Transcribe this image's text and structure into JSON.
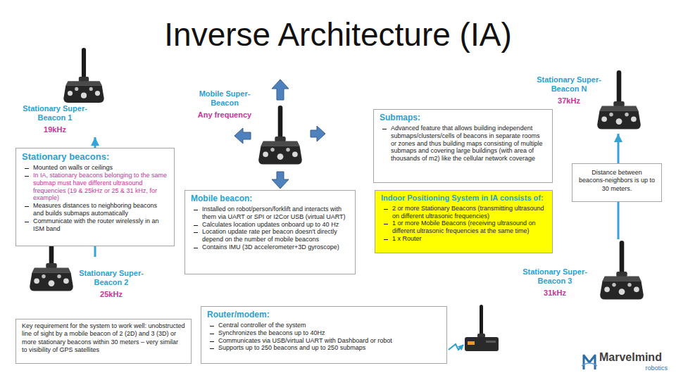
{
  "diagram": {
    "title": "Inverse Architecture (IA)",
    "nodes": [
      {
        "text": [
          "Stationary Super-Beacon 1",
          "19kHz"
        ]
      },
      {
        "text": [
          "Stationary beacons:",
          "Mounted on walls or ceilings",
          "In IA, stationary beacons belonging to the same submap must have different ultrasound frequencies (19 & 25kHz or 25 & 31 kHz, for example)",
          "Measures distances to neighboring beacons and builds submaps automatically",
          "Communicate with the router wirelessly in an ISM band"
        ]
      },
      {
        "text": [
          "Stationary Super-Beacon 2",
          "25kHz"
        ]
      },
      {
        "text": [
          "Key requirement for the system to work well: unobstructed line of sight by a mobile beacon of 2 (2D) and 3 (3D) or more stationary beacons within 30 meters – very similar to visibility of GPS satellites"
        ]
      },
      {
        "text": [
          "Mobile Super-Beacon",
          "Any frequency"
        ]
      },
      {
        "text": [
          "Mobile beacon:",
          "Installed on robot/person/forklift and interacts with them via UART or SPI or I2Cor USB (virtual UART)",
          "Calculates location updates onboard up to 40 Hz",
          "Location update rate per beacon doesn't directly depend on the number of mobile beacons",
          "Contains IMU (3D accelerometer+3D gyroscope)"
        ]
      },
      {
        "text": [
          "Router/modem:",
          "Central controller of the system",
          "Synchronizes the beacons up to 40Hz",
          "Communicates via USB/virtual UART with Dashboard or robot",
          "Supports up to 250 beacons and up to 250 submaps"
        ]
      },
      {
        "text": [
          "Submaps:",
          "Advanced feature that allows building independent submaps/clusters/cells of beacons in separate rooms or zones and thus building maps consisting of multiple submaps and covering large buildings (with area of thousands of m2) like the cellular network coverage"
        ]
      },
      {
        "text": [
          "Indoor Positioning System in IA consists of:",
          "2 or more Stationary Beacons (transmitting ultrasound on different ultrasonic frequencies)",
          "1 or more Mobile Beacons (receiving ultrasound on different ultrasonic frequencies at the same time)",
          "1 x Router"
        ]
      },
      {
        "text": [
          "Stationary Super-Beacon N",
          "37kHz"
        ]
      },
      {
        "text": [
          "Distance between beacons-neighbors is up to 30 meters."
        ]
      },
      {
        "text": [
          "Stationary Super-Beacon 3",
          "31kHz"
        ]
      }
    ],
    "edges": [
      {
        "from": 2,
        "to": 0,
        "arrow": "to"
      },
      {
        "from": 11,
        "to": 9,
        "arrow": "to"
      }
    ],
    "labels": [
      "Marvelmind",
      "robotics"
    ]
  }
}
